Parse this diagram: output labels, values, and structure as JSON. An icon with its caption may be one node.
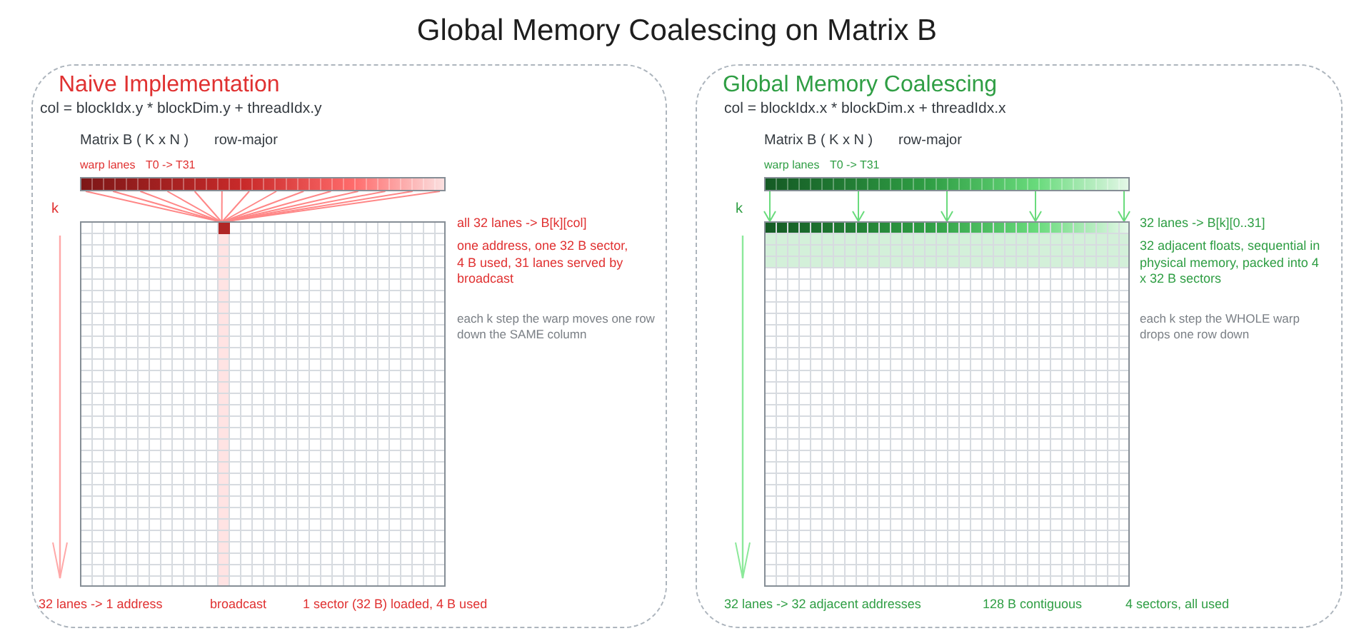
{
  "diagram": {
    "title": "Global Memory Coalescing on Matrix B",
    "nodes": [
      {
        "text": [
          "Naive Implementation"
        ]
      },
      {
        "text": [],
        "shape": "bar",
        "in": 0
      },
      {
        "text": [],
        "shape": "box",
        "in": 0
      },
      {
        "text": [],
        "shape": "box",
        "in": 2
      },
      {
        "text": [
          "Global Memory Coalescing"
        ]
      },
      {
        "text": [],
        "shape": "bar",
        "in": 4
      },
      {
        "text": [],
        "shape": "box",
        "in": 4
      }
    ],
    "edges": [
      {
        "from": 1,
        "to": 3,
        "arrow": "none"
      },
      {
        "from": 1,
        "to": 3,
        "arrow": "none"
      },
      {
        "from": 1,
        "to": 3,
        "arrow": "none"
      },
      {
        "from": 1,
        "to": 3,
        "arrow": "none"
      },
      {
        "from": 1,
        "to": 3,
        "arrow": "none"
      },
      {
        "from": 1,
        "to": 3,
        "arrow": "none"
      },
      {
        "from": 1,
        "to": 3,
        "arrow": "none"
      },
      {
        "from": 1,
        "to": 3,
        "arrow": "none"
      },
      {
        "from": 1,
        "to": 3,
        "arrow": "none"
      },
      {
        "from": 1,
        "to": 3,
        "arrow": "none"
      },
      {
        "from": 1,
        "to": 3,
        "arrow": "none"
      },
      {
        "from": 1,
        "to": 3,
        "arrow": "none"
      },
      {
        "from": 1,
        "to": 3,
        "arrow": "none"
      },
      {
        "from": 1,
        "to": 3,
        "arrow": "none"
      },
      {
        "from": 5,
        "to": 6,
        "arrow": "to",
        "color": "#69db7c"
      },
      {
        "from": 5,
        "to": 6,
        "arrow": "to",
        "color": "#69db7c"
      },
      {
        "from": 5,
        "to": 6,
        "arrow": "to",
        "color": "#69db7c"
      },
      {
        "from": 5,
        "to": 6,
        "arrow": "to",
        "color": "#69db7c"
      },
      {
        "from": 5,
        "to": 6,
        "arrow": "to",
        "color": "#69db7c"
      }
    ],
    "labels": [
      "col = blockIdx.y * blockDim.y + threadIdx.y",
      "Matrix B ( K x N )",
      "row-major",
      "warp lanes",
      "T0 -> T31",
      "k",
      "all 32 lanes -> B[k][col]",
      "one address, one 32 B sector, 4 B used, 31 lanes served by broadcast",
      "each k step the warp moves one row down the SAME column",
      "32 lanes -> 1 address",
      "broadcast",
      "1 sector (32 B) loaded, 4 B used",
      "col = blockIdx.x * blockDim.x + threadIdx.x",
      "Matrix B ( K x N )",
      "row-major",
      "warp lanes",
      "T0 -> T31",
      "k",
      "32 lanes -> B[k][0..31]",
      "32 adjacent floats, sequential in physical memory, packed into 4 x 32 B sectors",
      "each k step the WHOLE warp drops one row down",
      "32 lanes -> 32 adjacent addresses",
      "128 B contiguous",
      "4 sectors, all used"
    ]
  }
}
